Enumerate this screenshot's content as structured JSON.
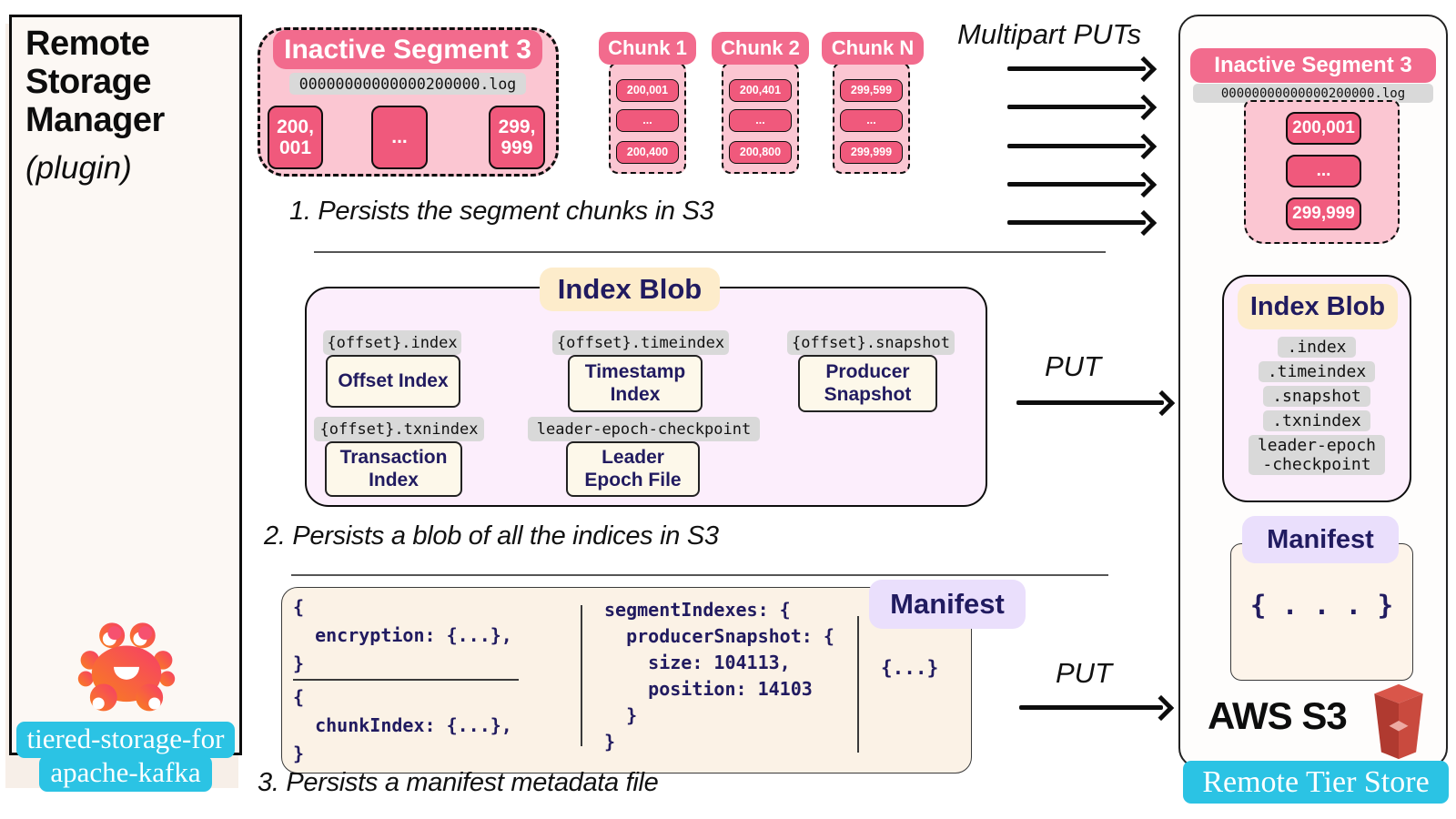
{
  "sidebar": {
    "title": "Remote Storage Manager",
    "subtitle": "(plugin)",
    "badge_line1": "tiered-storage-for",
    "badge_line2": "apache-kafka"
  },
  "segment": {
    "title": "Inactive Segment 3",
    "filename": "00000000000000200000.log",
    "records": [
      "200,\n001",
      "...",
      "299,\n999"
    ]
  },
  "chunks": [
    {
      "title": "Chunk 1",
      "records": [
        "200,001",
        "...",
        "200,400"
      ]
    },
    {
      "title": "Chunk 2",
      "records": [
        "200,401",
        "...",
        "200,800"
      ]
    },
    {
      "title": "Chunk N",
      "records": [
        "299,599",
        "...",
        "299,999"
      ]
    }
  ],
  "flow": {
    "multipart_label": "Multipart PUTs",
    "put1_label": "PUT",
    "put2_label": "PUT"
  },
  "steps": {
    "step1": "1. Persists the segment chunks in S3",
    "step2": "2. Persists a blob of all the indices in S3",
    "step3": "3. Persists a manifest metadata file"
  },
  "index_blob": {
    "title": "Index Blob",
    "items": [
      {
        "tag": "{offset}.index",
        "label": "Offset Index"
      },
      {
        "tag": "{offset}.timeindex",
        "label": "Timestamp Index"
      },
      {
        "tag": "{offset}.snapshot",
        "label": "Producer Snapshot"
      },
      {
        "tag": "{offset}.txnindex",
        "label": "Transaction Index"
      },
      {
        "tag": "leader-epoch-checkpoint",
        "label": "Leader Epoch File"
      }
    ]
  },
  "manifest": {
    "title": "Manifest",
    "encryption_block": "{\n  encryption: {...},\n}",
    "chunk_index_block": "{\n  chunkIndex: {...},\n}",
    "segment_indexes_block": "segmentIndexes: {\n  producerSnapshot: {\n    size: 104113,\n    position: 14103\n  }\n}",
    "ellipsis": "{...}"
  },
  "s3": {
    "segment_title": "Inactive Segment 3",
    "filename": "00000000000000200000.log",
    "records": [
      "200,001",
      "...",
      "299,999"
    ],
    "index_blob_title": "Index Blob",
    "index_tags": [
      ".index",
      ".timeindex",
      ".snapshot",
      ".txnindex",
      "leader-epoch\n-checkpoint"
    ],
    "manifest_title": "Manifest",
    "manifest_body": "{ . . . }",
    "aws_label": "AWS S3",
    "store_label": "Remote Tier Store"
  },
  "colors": {
    "pink_header": "#f26b8d",
    "pink_light": "#fbc6d2",
    "pink_record": "#f0597c",
    "grey_tag": "#d9d9d9",
    "lavender_box": "#fceefc",
    "peach_pill": "#fdeccb",
    "cream_box": "#fdf8ea",
    "manifest_cream": "#fbf2e6",
    "lavender_pill": "#eadffc",
    "navy": "#211b60",
    "cyan": "#2bc3e4"
  }
}
